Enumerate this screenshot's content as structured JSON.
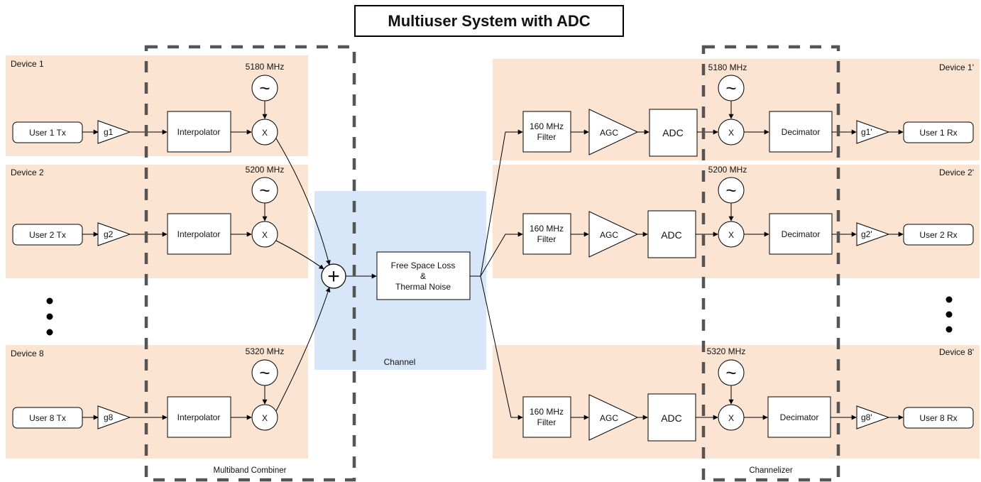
{
  "title": "Multiuser System with ADC",
  "combiner_label": "Multiband Combiner",
  "channelizer_label": "Channelizer",
  "channel": {
    "label": "Channel",
    "block_line1": "Free Space Loss",
    "block_line2": "&",
    "block_line3": "Thermal Noise"
  },
  "tx_devices": [
    {
      "device": "Device 1",
      "user": "User 1 Tx",
      "gain": "g1",
      "freq": "5180 MHz",
      "interp": "Interpolator",
      "mixer": "X",
      "osc": "~"
    },
    {
      "device": "Device 2",
      "user": "User 2 Tx",
      "gain": "g2",
      "freq": "5200 MHz",
      "interp": "Interpolator",
      "mixer": "X",
      "osc": "~"
    },
    {
      "device": "Device 8",
      "user": "User 8 Tx",
      "gain": "g8",
      "freq": "5320 MHz",
      "interp": "Interpolator",
      "mixer": "X",
      "osc": "~"
    }
  ],
  "rx_devices": [
    {
      "device": "Device 1'",
      "user": "User 1 Rx",
      "gain": "g1'",
      "freq": "5180 MHz",
      "filter1": "160 MHz",
      "filter2": "Filter",
      "agc": "AGC",
      "adc": "ADC",
      "mixer": "X",
      "decim": "Decimator",
      "osc": "~"
    },
    {
      "device": "Device 2'",
      "user": "User 2 Rx",
      "gain": "g2'",
      "freq": "5200 MHz",
      "filter1": "160 MHz",
      "filter2": "Filter",
      "agc": "AGC",
      "adc": "ADC",
      "mixer": "X",
      "decim": "Decimator",
      "osc": "~"
    },
    {
      "device": "Device 8'",
      "user": "User 8 Rx",
      "gain": "g8'",
      "freq": "5320 MHz",
      "filter1": "160 MHz",
      "filter2": "Filter",
      "agc": "AGC",
      "adc": "ADC",
      "mixer": "X",
      "decim": "Decimator",
      "osc": "~"
    }
  ],
  "summer_symbol": "+",
  "colors": {
    "device_bg": "#fbe4d2",
    "channel_bg": "#d7e6f8",
    "dash": "#555555",
    "line": "#000000"
  }
}
